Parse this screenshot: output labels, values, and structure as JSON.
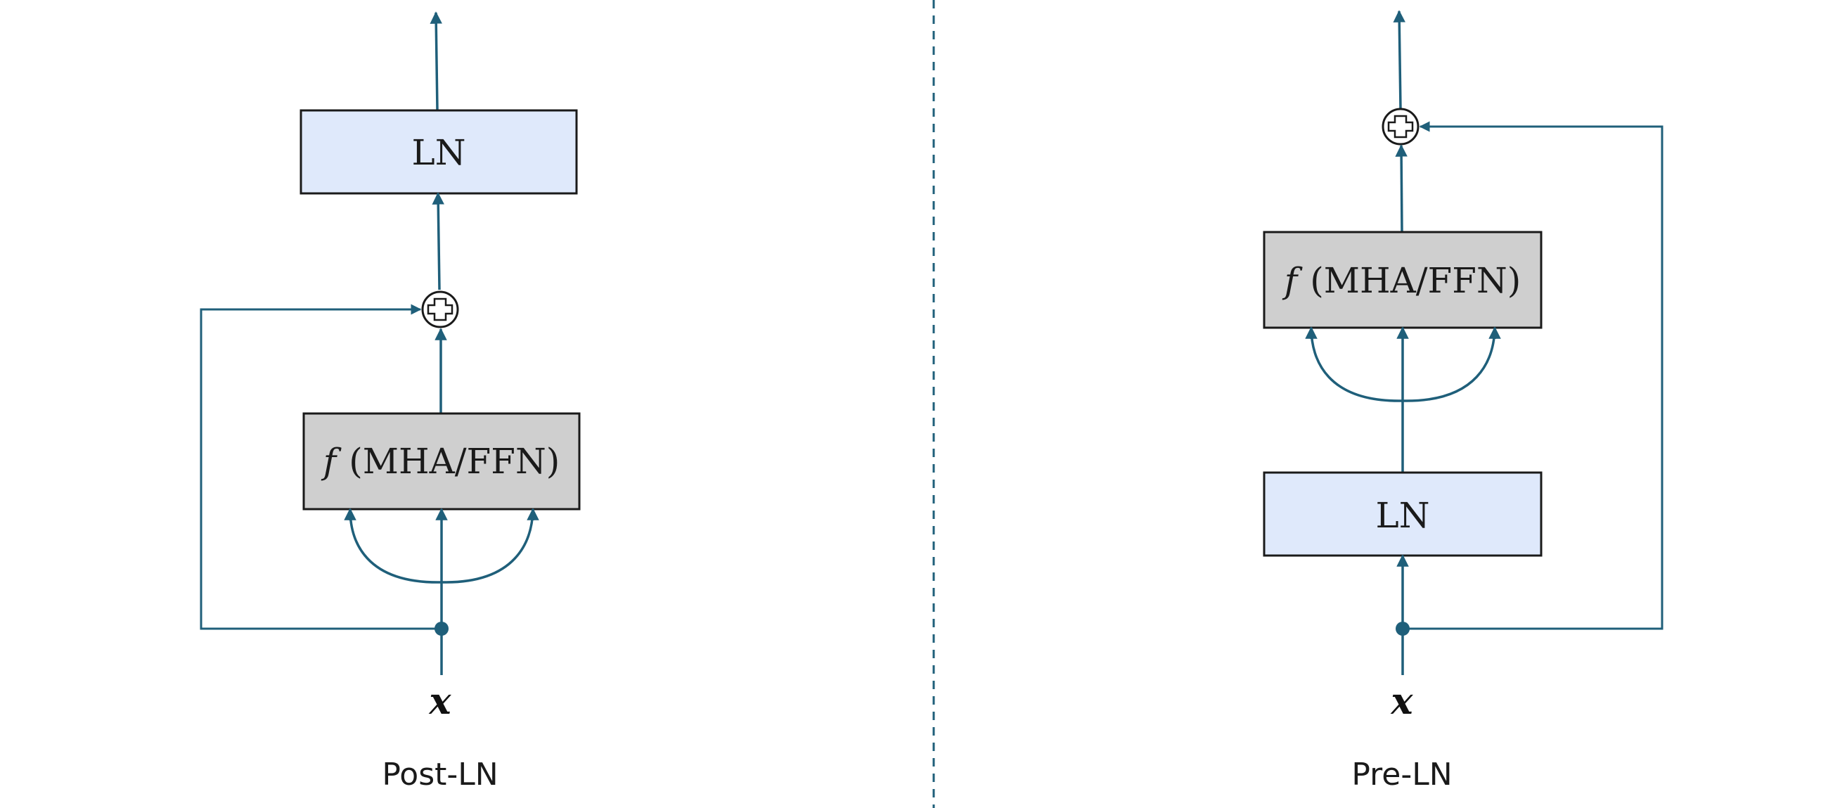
{
  "diagram": {
    "colors": {
      "wire": "#1f5f7a",
      "ln_fill": "#dfe9fb",
      "func_fill": "#cfcfcf",
      "box_stroke": "#1a1a1a"
    },
    "post_ln": {
      "caption": "Post-LN",
      "ln_label": "LN",
      "func_symbol": "f",
      "func_label": "(MHA/FFN)",
      "input_label": "x"
    },
    "pre_ln": {
      "caption": "Pre-LN",
      "ln_label": "LN",
      "func_symbol": "f",
      "func_label": "(MHA/FFN)",
      "input_label": "x"
    },
    "icons": [
      "add-circle-icon",
      "arrow-head-icon",
      "branch-dot-icon",
      "dashed-divider"
    ]
  }
}
